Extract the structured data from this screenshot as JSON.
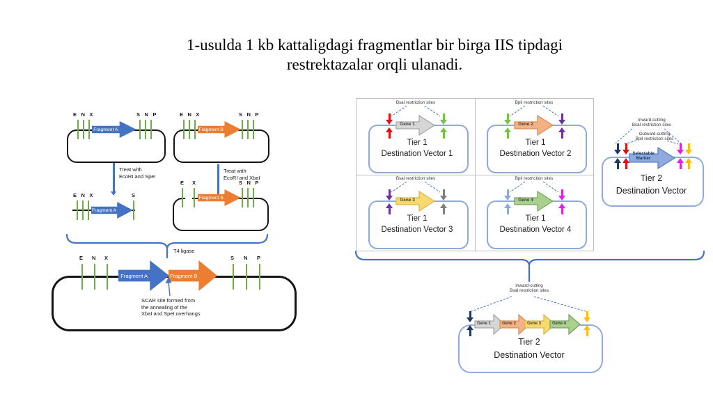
{
  "slide": {
    "title_line1": "1-usulda 1 kb kattaligdagi fragmentlar bir birga IIS tipdagi",
    "title_line2": "restrektazalar orqli ulanadi."
  },
  "colors": {
    "fragment_a": "#4472c4",
    "fragment_b": "#ed7d31",
    "tick_green": "#70ad47",
    "annotation_blue": "#4472c4",
    "vector_border": "#8eaadb",
    "grid_border": "#bfbfbf"
  },
  "cloning": {
    "plasmid_a": {
      "left_sites": "E N X",
      "fragment": "Fragment A",
      "right_sites": "S N P"
    },
    "plasmid_b": {
      "left_sites": "E N X",
      "fragment": "Fragment B",
      "right_sites": "S N P"
    },
    "treat_a_line1": "Treat with",
    "treat_a_line2": "EcoRI and SpeI",
    "treat_b_line1": "Treat with",
    "treat_b_line2": "EcoRI and XbaI",
    "insert": {
      "left_sites": "E N X",
      "fragment": "Fragment A",
      "right_site": "S"
    },
    "open_vector": {
      "site_e": "E",
      "site_x": "X",
      "fragment": "Fragment B",
      "right_sites": "S N P"
    },
    "ligase": "T4 ligase",
    "product": {
      "left_sites": [
        "E",
        "N",
        "X"
      ],
      "fragment_a": "Fragment A",
      "fragment_b": "Fragment B",
      "right_sites": [
        "S",
        "N",
        "P"
      ]
    },
    "scar_line1": "SCAR site formed from",
    "scar_line2": "the annealing of the",
    "scar_line3": "XbaI and SpeI overhangs"
  },
  "golden_gate": {
    "tier1_vectors": [
      {
        "sites_label": "BsaI restriction sites",
        "gene": "Gene 1",
        "gene_fill": "#d6d6d6",
        "gene_border": "#a6a6a6",
        "left_arrow": "#e01010",
        "right_arrow": "#76c442",
        "tier": "Tier 1",
        "name": "Destination Vector 1"
      },
      {
        "sites_label": "BpiI restriction sites",
        "gene": "Gene 2",
        "gene_fill": "#f4b183",
        "gene_border": "#d89056",
        "left_arrow": "#76c442",
        "right_arrow": "#7030a0",
        "tier": "Tier 1",
        "name": "Destination Vector 2"
      },
      {
        "sites_label": "BsaI restriction sites",
        "gene": "Gene 3",
        "gene_fill": "#f7d96d",
        "gene_border": "#d6b84e",
        "left_arrow": "#7030a0",
        "right_arrow": "#808080",
        "tier": "Tier 1",
        "name": "Destination Vector 3"
      },
      {
        "sites_label": "BpiI restriction sites",
        "gene": "Gene 4",
        "gene_fill": "#a9d18e",
        "gene_border": "#7ca35f",
        "left_arrow": "#8eaadb",
        "right_arrow": "#e61fe6",
        "tier": "Tier 1",
        "name": "Destination Vector 4"
      }
    ],
    "tier2_marker": {
      "inward_line1": "Inward-cutting",
      "inward_line2": "BsaI restriction sites",
      "outward_line1": "Outward-cutting",
      "outward_line2": "BpiI restriction sites",
      "marker_line1": "Selectable",
      "marker_line2": "Marker",
      "marker_fill": "#8faadc",
      "marker_border": "#5a7ec7",
      "left_arrows": [
        "#1f3864",
        "#e01010"
      ],
      "right_arrows": [
        "#e61fe6",
        "#ffc000"
      ],
      "tier": "Tier 2",
      "name": "Destination Vector"
    },
    "assembled": {
      "label_line1": "Inward-cutting",
      "label_line2": "BsaI restriction sites",
      "genes": [
        {
          "label": "Gene 1",
          "fill": "#d6d6d6",
          "border": "#a6a6a6"
        },
        {
          "label": "Gene 2",
          "fill": "#f4b183",
          "border": "#d89056"
        },
        {
          "label": "Gene 3",
          "fill": "#f7d96d",
          "border": "#d6b84e"
        },
        {
          "label": "Gene 4",
          "fill": "#a9d18e",
          "border": "#7ca35f"
        }
      ],
      "left_arrow": "#1f3864",
      "right_arrow": "#ffc000",
      "tier": "Tier 2",
      "name": "Destination Vector"
    }
  }
}
